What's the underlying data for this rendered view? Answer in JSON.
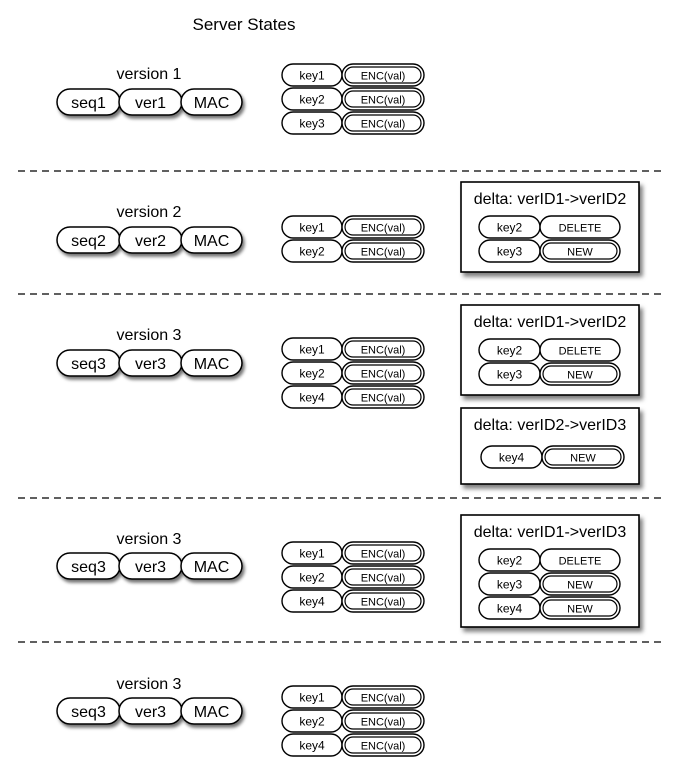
{
  "title": "Server States",
  "states": [
    {
      "version_label": "version 1",
      "header": [
        "seq1",
        "ver1",
        "MAC"
      ],
      "entries": [
        {
          "key": "key1",
          "value": "ENC(val)"
        },
        {
          "key": "key2",
          "value": "ENC(val)"
        },
        {
          "key": "key3",
          "value": "ENC(val)"
        }
      ],
      "deltas": []
    },
    {
      "version_label": "version 2",
      "header": [
        "seq2",
        "ver2",
        "MAC"
      ],
      "entries": [
        {
          "key": "key1",
          "value": "ENC(val)"
        },
        {
          "key": "key2",
          "value": "ENC(val)"
        }
      ],
      "deltas": [
        {
          "title": "delta: verID1->verID2",
          "ops": [
            {
              "key": "key2",
              "op": "DELETE"
            },
            {
              "key": "key3",
              "op": "NEW"
            }
          ]
        }
      ]
    },
    {
      "version_label": "version 3",
      "header": [
        "seq3",
        "ver3",
        "MAC"
      ],
      "entries": [
        {
          "key": "key1",
          "value": "ENC(val)"
        },
        {
          "key": "key2",
          "value": "ENC(val)"
        },
        {
          "key": "key4",
          "value": "ENC(val)"
        }
      ],
      "deltas": [
        {
          "title": "delta: verID1->verID2",
          "ops": [
            {
              "key": "key2",
              "op": "DELETE"
            },
            {
              "key": "key3",
              "op": "NEW"
            }
          ]
        },
        {
          "title": "delta: verID2->verID3",
          "ops": [
            {
              "key": "key4",
              "op": "NEW"
            }
          ]
        }
      ]
    },
    {
      "version_label": "version 3",
      "header": [
        "seq3",
        "ver3",
        "MAC"
      ],
      "entries": [
        {
          "key": "key1",
          "value": "ENC(val)"
        },
        {
          "key": "key2",
          "value": "ENC(val)"
        },
        {
          "key": "key4",
          "value": "ENC(val)"
        }
      ],
      "deltas": [
        {
          "title": "delta: verID1->verID3",
          "ops": [
            {
              "key": "key2",
              "op": "DELETE"
            },
            {
              "key": "key3",
              "op": "NEW"
            },
            {
              "key": "key4",
              "op": "NEW"
            }
          ]
        }
      ]
    },
    {
      "version_label": "version 3",
      "header": [
        "seq3",
        "ver3",
        "MAC"
      ],
      "entries": [
        {
          "key": "key1",
          "value": "ENC(val)"
        },
        {
          "key": "key2",
          "value": "ENC(val)"
        },
        {
          "key": "key4",
          "value": "ENC(val)"
        }
      ],
      "deltas": []
    }
  ]
}
